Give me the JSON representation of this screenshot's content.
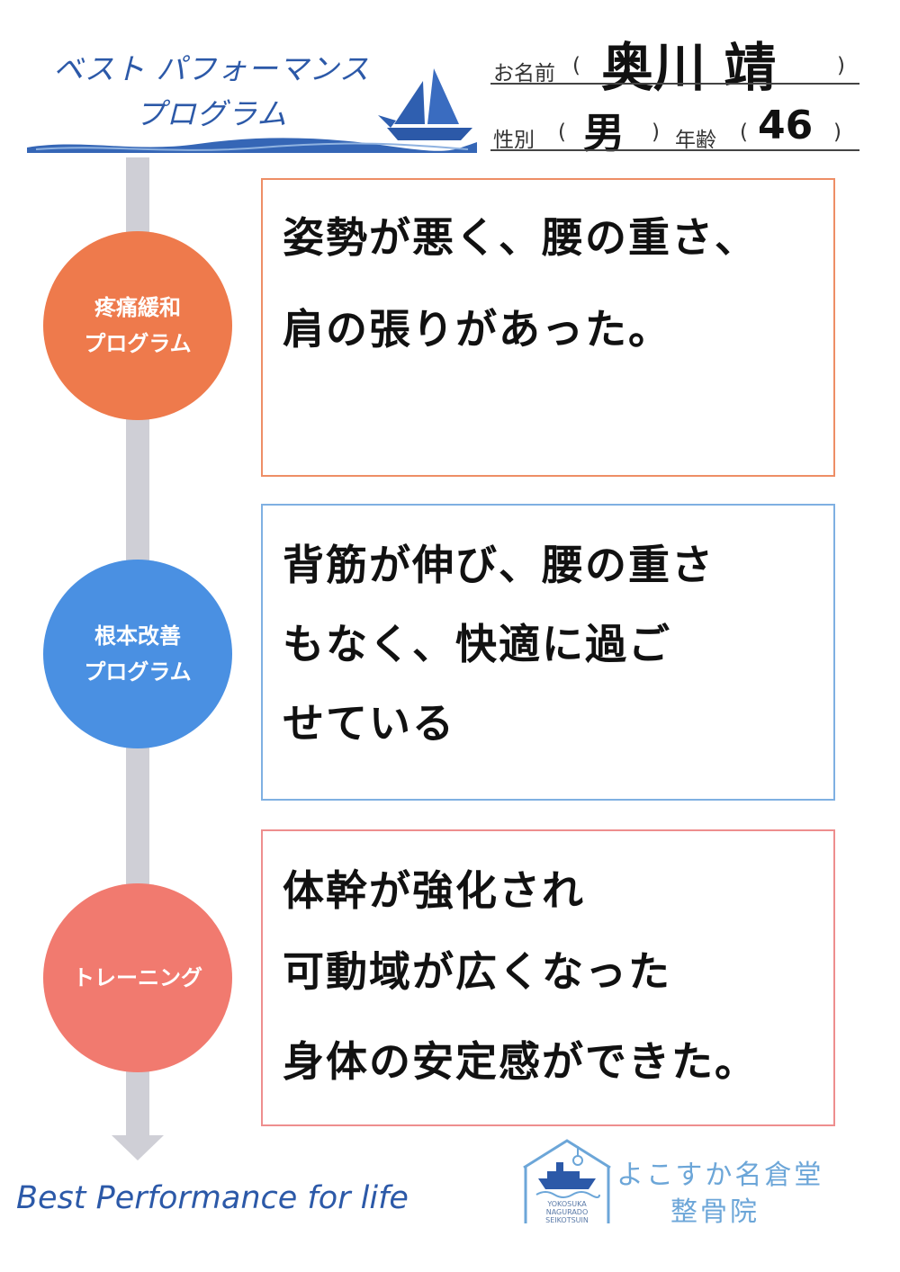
{
  "header": {
    "title_line1": "ベスト パフォーマンス",
    "title_line2": "プログラム",
    "name_label": "お名前",
    "name_value": "奥川 靖",
    "gender_label": "性別",
    "gender_value": "男",
    "age_label": "年齢",
    "age_value": "46",
    "paren_open": "(",
    "paren_close": ")"
  },
  "programs": [
    {
      "label_line1": "疼痛緩和",
      "label_line2": "プログラム",
      "color": "#ee7a4c",
      "lines": [
        "姿勢が悪く、腰の重さ、",
        "肩の張りがあった。"
      ]
    },
    {
      "label_line1": "根本改善",
      "label_line2": "プログラム",
      "color": "#4a90e2",
      "lines": [
        "背筋が伸び、腰の重さ",
        "もなく、快適に過ご",
        "せている"
      ]
    },
    {
      "label_line1": "トレーニング",
      "color": "#f17a6f",
      "lines": [
        "体幹が強化され",
        "可動域が広くなった",
        "身体の安定感ができた。"
      ]
    }
  ],
  "footer": {
    "tagline": "Best Performance for life",
    "logo_text_1": "YOKOSUKA",
    "logo_text_2": "NAGURADO",
    "logo_text_3": "SEIKOTSUIN",
    "clinic_line1": "よこすか名倉堂",
    "clinic_line2": "整骨院"
  }
}
